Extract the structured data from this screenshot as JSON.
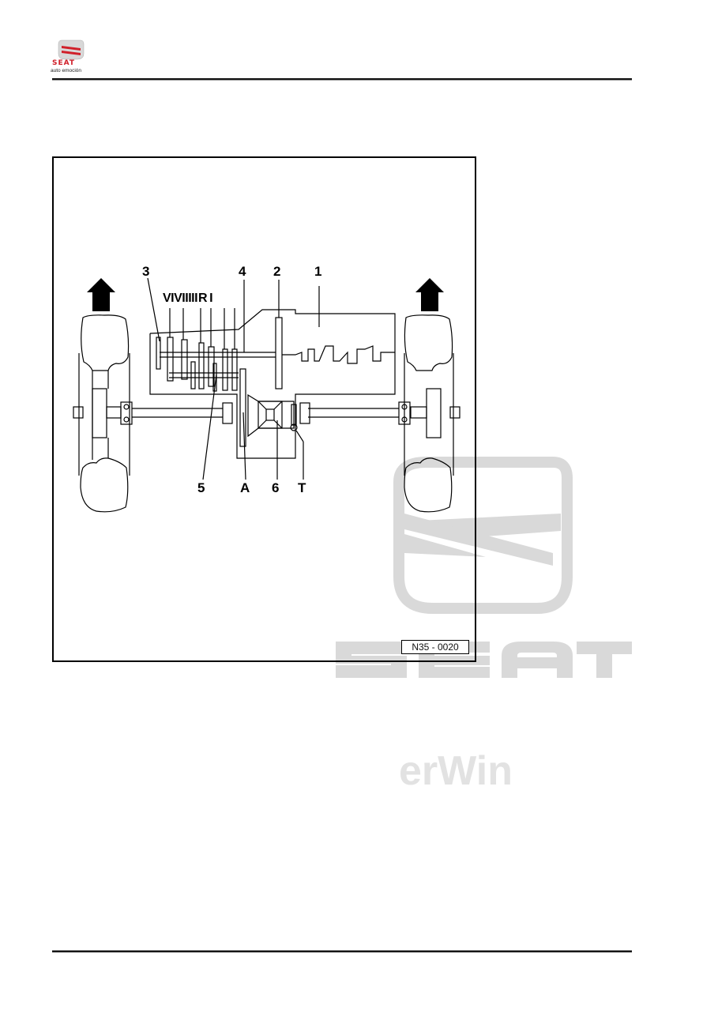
{
  "header": {
    "logo": {
      "icon": "seat-emblem-icon",
      "brand": "SEAT",
      "tagline": "auto emoción",
      "color": "#d0202a"
    }
  },
  "figure": {
    "code": "N35 - 0020",
    "callouts": {
      "1": "1",
      "2": "2",
      "3": "3",
      "4": "4",
      "5": "5",
      "6": "6",
      "A": "A",
      "T": "T"
    },
    "gear_labels": {
      "V": "V",
      "IV": "IV",
      "III": "III",
      "II": "II",
      "R": "R",
      "I": "I"
    }
  },
  "watermarks": {
    "brand": "SEAT",
    "erwin": "erWin",
    "color": "#d9d9d9"
  }
}
